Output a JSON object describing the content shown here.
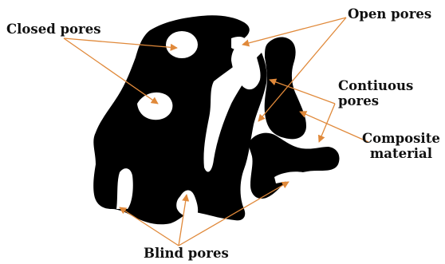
{
  "labels": {
    "closed_pores": "Closed pores",
    "open_pores": "Open pores",
    "continuous_pores_line1": "Contiuous",
    "continuous_pores_line2": "pores",
    "composite_material_line1": "Composite",
    "composite_material_line2": "material",
    "blind_pores": "Blind pores"
  },
  "colors": {
    "material": "#000000",
    "pore": "#ffffff",
    "arrow": "#e0893a",
    "text": "#111111"
  }
}
